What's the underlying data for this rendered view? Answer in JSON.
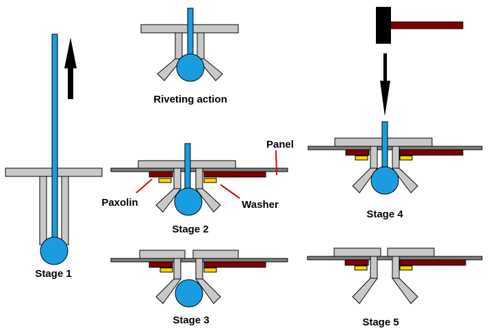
{
  "labels": {
    "riveting_action": "Riveting action",
    "stage1": "Stage 1",
    "stage2": "Stage 2",
    "stage3": "Stage 3",
    "stage4": "Stage 4",
    "stage5": "Stage 5",
    "panel": "Panel",
    "paxolin": "Paxolin",
    "washer": "Washer"
  },
  "colors": {
    "mandrel": "#1a9de0",
    "rivet_grey": "#c8c8c8",
    "panel_grey": "#808080",
    "paxolin": "#800000",
    "washer": "#ffd700",
    "pointer": "#e00000",
    "arrow": "#000000",
    "hammer_head": "#000000",
    "hammer_handle": "#800000"
  }
}
